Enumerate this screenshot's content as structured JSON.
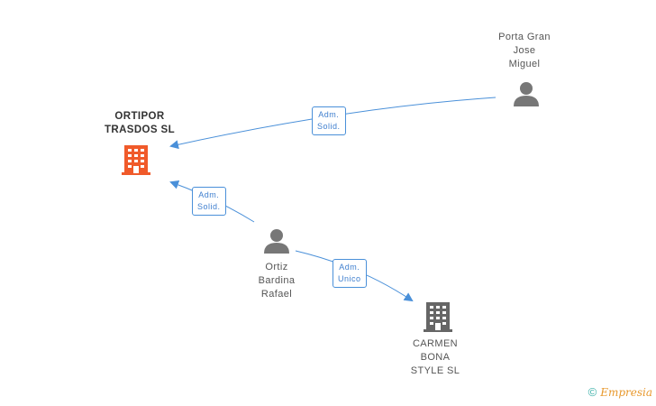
{
  "nodes": {
    "ortipor": {
      "label": "ORTIPOR\nTRASDOS SL",
      "color": "#f05a2a"
    },
    "porta": {
      "label": "Porta Gran\nJose\nMiguel"
    },
    "ortiz": {
      "label": "Ortiz\nBardina\nRafael"
    },
    "carmen": {
      "label": "CARMEN\nBONA\nSTYLE SL",
      "color": "#666666"
    }
  },
  "edges": [
    {
      "line1": "Adm.",
      "line2": "Solid."
    },
    {
      "line1": "Adm.",
      "line2": "Solid."
    },
    {
      "line1": "Adm.",
      "line2": "Unico"
    }
  ],
  "colors": {
    "edge": "#4a90d9",
    "person": "#777777"
  },
  "footer": {
    "copyright": "©",
    "brand": "Empresia"
  }
}
